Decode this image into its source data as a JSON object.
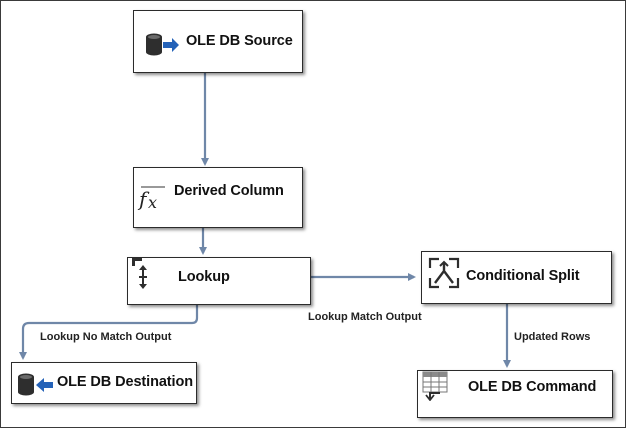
{
  "diagram": {
    "nodes": {
      "ole_db_source": {
        "label": "OLE DB Source",
        "icon": "database-source-icon"
      },
      "derived_column": {
        "label": "Derived Column",
        "icon": "fx-icon"
      },
      "lookup": {
        "label": "Lookup",
        "icon": "lookup-icon"
      },
      "conditional_split": {
        "label": "Conditional Split",
        "icon": "conditional-split-icon"
      },
      "ole_db_destination": {
        "label": "OLE DB Destination",
        "icon": "database-destination-icon"
      },
      "ole_db_command": {
        "label": "OLE DB Command",
        "icon": "grid-command-icon"
      }
    },
    "edges": {
      "lookup_no_match": "Lookup No Match Output",
      "lookup_match": "Lookup Match Output",
      "updated_rows": "Updated Rows"
    },
    "colors": {
      "arrow": "#6f87a8",
      "icon_dark": "#2e2e2e",
      "icon_blue": "#2462b8"
    }
  }
}
